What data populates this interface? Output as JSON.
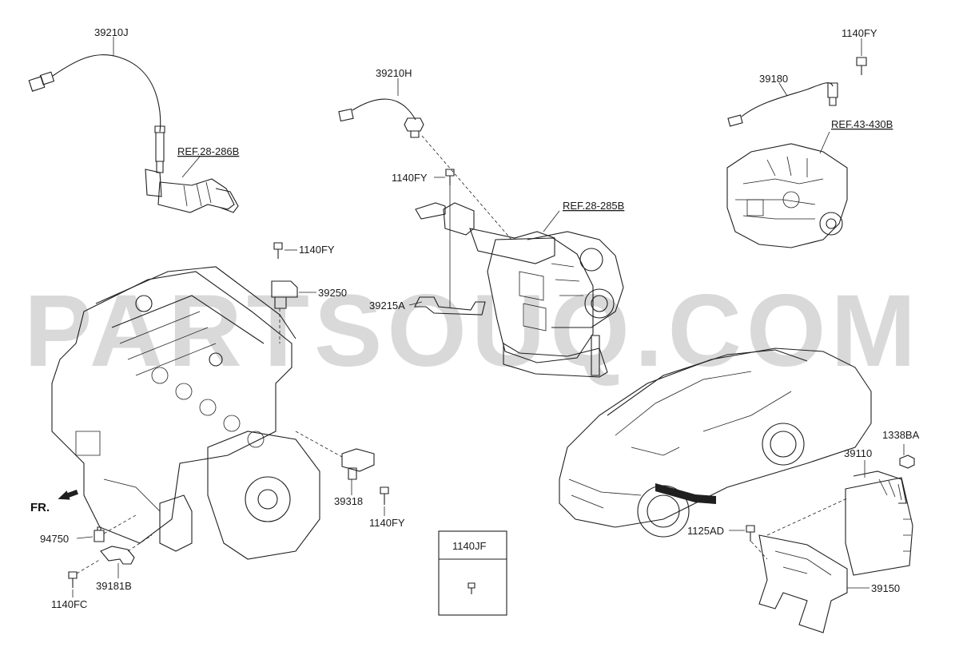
{
  "watermark": "PARTSOUQ.COM",
  "direction_label": "FR.",
  "callouts": {
    "c39210J": "39210J",
    "ref28286B": "REF.28-286B",
    "c39210H": "39210H",
    "c1140FY_top_center": "1140FY",
    "ref28285B": "REF.28-285B",
    "c39215A": "39215A",
    "c1140FY_top_right": "1140FY",
    "c39180": "39180",
    "ref43430B": "REF.43-430B",
    "c1140FY_engine_top": "1140FY",
    "c39250": "39250",
    "c39318": "39318",
    "c1140FY_engine_side": "1140FY",
    "c94750": "94750",
    "c39181B": "39181B",
    "c1140FC": "1140FC",
    "c1338BA": "1338BA",
    "c39110": "39110",
    "c1125AD": "1125AD",
    "c39150": "39150"
  },
  "legend_box": {
    "title": "1140JF"
  }
}
